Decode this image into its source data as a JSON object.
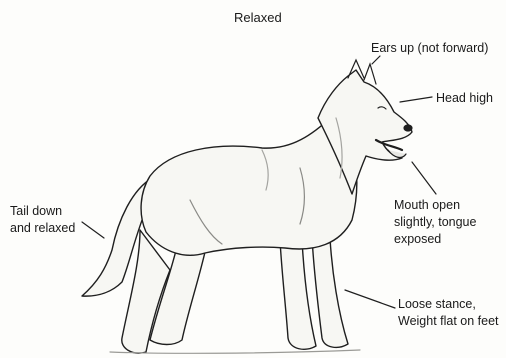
{
  "title": "Relaxed",
  "labels": {
    "ears": "Ears up (not forward)",
    "head": "Head high",
    "mouth": "Mouth open\nslightly, tongue\nexposed",
    "tail": "Tail down\nand relaxed",
    "stance": "Loose stance,\nWeight flat on feet"
  },
  "icons": [
    "dog-illustration"
  ],
  "colors": {
    "line": "#1f1f1f",
    "fur": "#f7f7f3"
  }
}
